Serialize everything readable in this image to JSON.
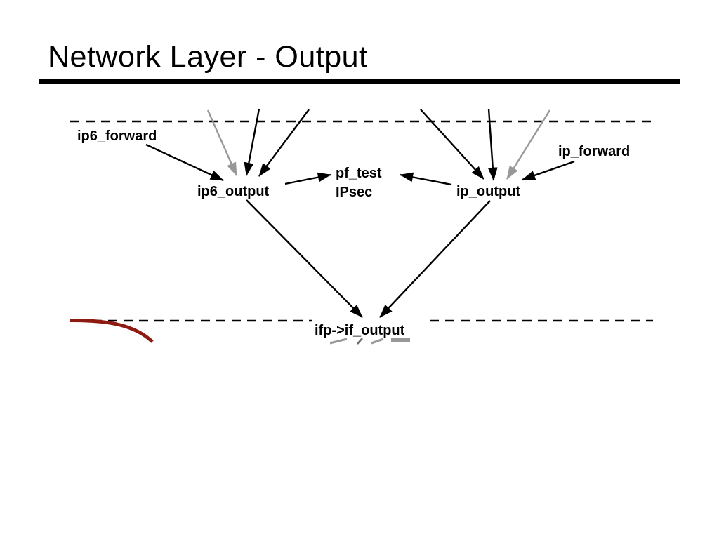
{
  "slide": {
    "title": "Network Layer - Output"
  },
  "diagram": {
    "nodes": {
      "ip6_forward": "ip6_forward",
      "ip6_output": "ip6_output",
      "pf_test": "pf_test",
      "ipsec": "IPsec",
      "ip_output": "ip_output",
      "ip_forward": "ip_forward",
      "if_output": "ifp->if_output"
    },
    "edges": [
      {
        "from": "ip6_forward",
        "to": "ip6_output",
        "color": "black"
      },
      {
        "from": "top",
        "to": "ip6_output",
        "color": "gray"
      },
      {
        "from": "top",
        "to": "ip6_output",
        "color": "black"
      },
      {
        "from": "top",
        "to": "ip6_output",
        "color": "black"
      },
      {
        "from": "ip6_output",
        "to": "pf_test",
        "color": "black"
      },
      {
        "from": "ip_output",
        "to": "pf_test",
        "color": "black"
      },
      {
        "from": "top",
        "to": "ip_output",
        "color": "black"
      },
      {
        "from": "top",
        "to": "ip_output",
        "color": "black"
      },
      {
        "from": "top",
        "to": "ip_output",
        "color": "gray"
      },
      {
        "from": "ip_forward",
        "to": "ip_output",
        "color": "black"
      },
      {
        "from": "ip6_output",
        "to": "ifp->if_output",
        "color": "black"
      },
      {
        "from": "ip_output",
        "to": "ifp->if_output",
        "color": "black"
      }
    ],
    "colors": {
      "line_black": "#000000",
      "line_gray": "#989898",
      "curve_red": "#8e1b12"
    }
  }
}
